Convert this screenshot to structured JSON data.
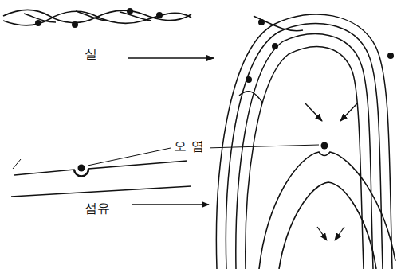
{
  "diagram": {
    "labels": [
      "실",
      "오염",
      "섬유"
    ]
  }
}
